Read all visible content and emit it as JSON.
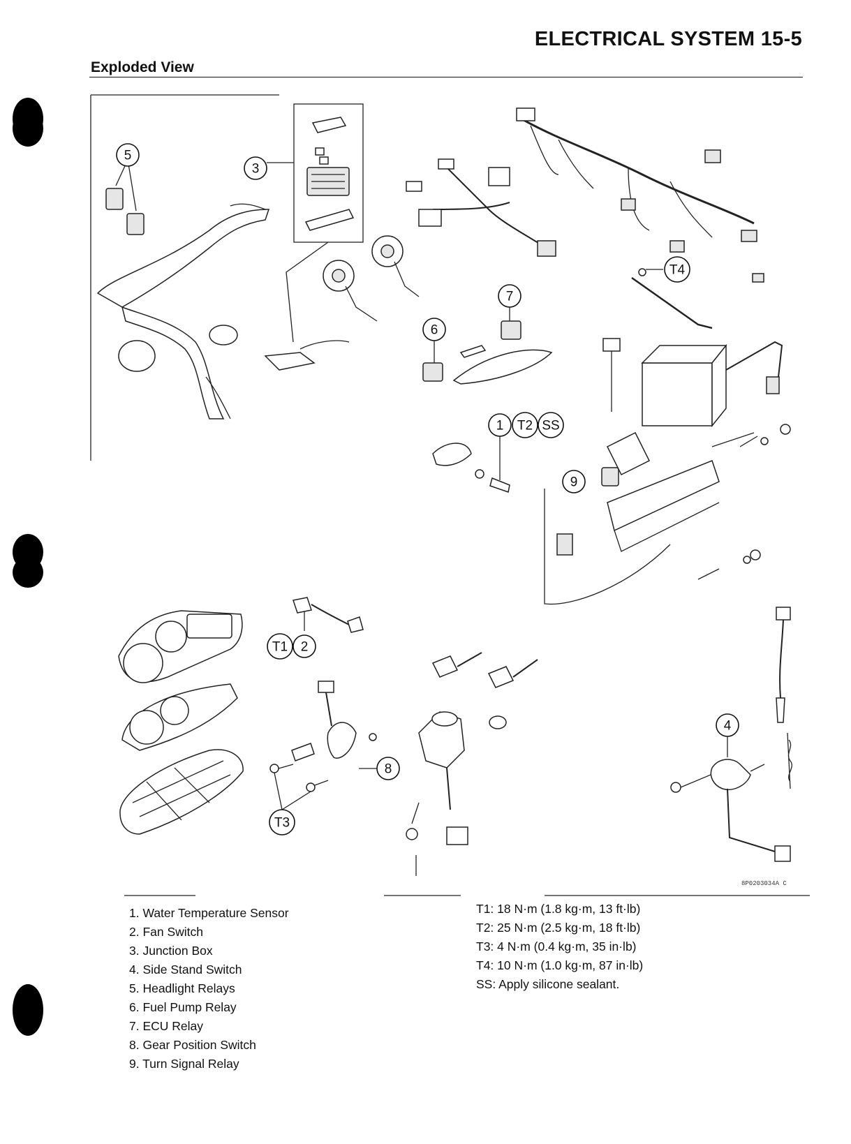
{
  "header": {
    "title": "ELECTRICAL SYSTEM 15-5"
  },
  "section": {
    "title": "Exploded View"
  },
  "callouts": {
    "c1": "1",
    "c2": "2",
    "c3": "3",
    "c4": "4",
    "c5": "5",
    "c6": "6",
    "c7": "7",
    "c8": "8",
    "c9": "9",
    "t1": "T1",
    "t2": "T2",
    "t3": "T3",
    "t4": "T4",
    "ss": "SS"
  },
  "figure_code": "8P0203034A C",
  "legend": [
    "1. Water Temperature Sensor",
    "2. Fan Switch",
    "3. Junction Box",
    "4. Side Stand Switch",
    "5. Headlight Relays",
    "6. Fuel Pump Relay",
    "7. ECU Relay",
    "8. Gear Position Switch",
    "9. Turn Signal Relay"
  ],
  "torque_specs": [
    "T1: 18 N·m (1.8 kg·m, 13 ft·lb)",
    "T2: 25 N·m (2.5 kg·m, 18 ft·lb)",
    "T3: 4 N·m (0.4 kg·m, 35 in·lb)",
    "T4: 10 N·m (1.0 kg·m, 87 in·lb)",
    "SS: Apply silicone sealant."
  ]
}
